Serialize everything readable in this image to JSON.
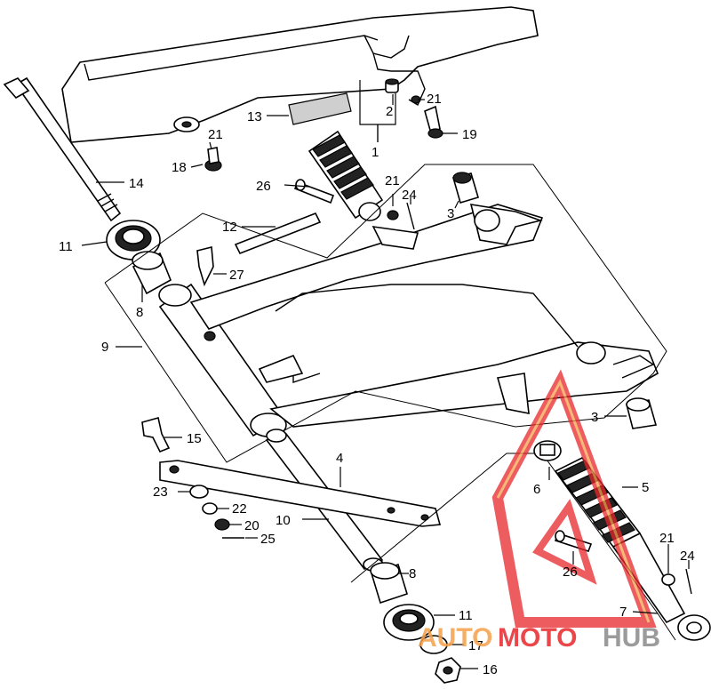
{
  "callouts": [
    {
      "id": "c1",
      "label": "1"
    },
    {
      "id": "c2",
      "label": "2"
    },
    {
      "id": "c3a",
      "label": "3"
    },
    {
      "id": "c3b",
      "label": "3"
    },
    {
      "id": "c4",
      "label": "4"
    },
    {
      "id": "c5",
      "label": "5"
    },
    {
      "id": "c6",
      "label": "6"
    },
    {
      "id": "c7",
      "label": "7"
    },
    {
      "id": "c8a",
      "label": "8"
    },
    {
      "id": "c8b",
      "label": "8"
    },
    {
      "id": "c9",
      "label": "9"
    },
    {
      "id": "c10",
      "label": "10"
    },
    {
      "id": "c11a",
      "label": "11"
    },
    {
      "id": "c11b",
      "label": "11"
    },
    {
      "id": "c12",
      "label": "12"
    },
    {
      "id": "c13",
      "label": "13"
    },
    {
      "id": "c14",
      "label": "14"
    },
    {
      "id": "c15",
      "label": "15"
    },
    {
      "id": "c16",
      "label": "16"
    },
    {
      "id": "c17",
      "label": "17"
    },
    {
      "id": "c18",
      "label": "18"
    },
    {
      "id": "c19",
      "label": "19"
    },
    {
      "id": "c20",
      "label": "20"
    },
    {
      "id": "c21a",
      "label": "21"
    },
    {
      "id": "c21b",
      "label": "21"
    },
    {
      "id": "c21c",
      "label": "21"
    },
    {
      "id": "c21d",
      "label": "21"
    },
    {
      "id": "c22",
      "label": "22"
    },
    {
      "id": "c23",
      "label": "23"
    },
    {
      "id": "c24a",
      "label": "24"
    },
    {
      "id": "c24b",
      "label": "24"
    },
    {
      "id": "c25",
      "label": "25"
    },
    {
      "id": "c26a",
      "label": "26"
    },
    {
      "id": "c26b",
      "label": "26"
    },
    {
      "id": "c27",
      "label": "27"
    }
  ],
  "watermark": {
    "text_part1": "AUTO",
    "text_part2": "MOTO",
    "text_part3": "HUB",
    "color_red": "#e8262a",
    "color_orange": "#f5a14a",
    "color_grey": "#8a8a8a"
  }
}
